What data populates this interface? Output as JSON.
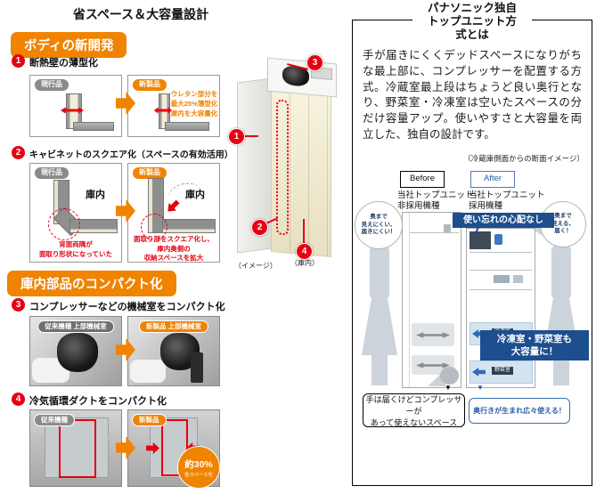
{
  "title": "省スペース＆大容量設計",
  "colors": {
    "orange": "#f08300",
    "red": "#e60012",
    "navy": "#1d4e8e",
    "blue": "#2a5ca8",
    "gray_pill": "#8a8a8a"
  },
  "left": {
    "badge_body": "ボディの新開発",
    "badge_compact": "庫内部品のコンパクト化",
    "item1": {
      "num": "1",
      "title": "断熱壁の薄型化",
      "current": "現行品",
      "new": "新製品",
      "note": "ウレタン部分を\n最大25%薄型化\n庫内を大容量化"
    },
    "item2": {
      "num": "2",
      "title": "キャビネットのスクエア化（スペースの有効活用）",
      "current": "現行品",
      "new": "新製品",
      "interior": "庫内",
      "current_note": "背面両隅が\n面取り形状になっていた",
      "new_note": "面取り部をスクエア化し、\n庫内奥側の\n収納スペースを拡大"
    },
    "item3": {
      "num": "3",
      "title": "コンプレッサーなどの機械室をコンパクト化",
      "current": "従来機種 上部機械室",
      "new": "新製品 上部機械室"
    },
    "item4": {
      "num": "4",
      "title": "冷気循環ダクトをコンパクト化",
      "current": "従来機種",
      "new": "新製品",
      "saving_value": "約30%",
      "saving_label": "省スペース化"
    }
  },
  "center": {
    "c1": "1",
    "c2": "2",
    "c3": "3",
    "c4": "4",
    "caption_image": "（イメージ）",
    "caption_interior": "（庫内）"
  },
  "panel": {
    "title": "パナソニック独自\nトップユニット方式とは",
    "body": "手が届きにくくデッドスペースになりがちな最上部に、コンプレッサーを配置する方式。冷蔵室最上段はちょうど良い奥行となり、野菜室・冷凍室は空いたスペースの分だけ容量アップ。使いやすさと大容量を両立した、独自の設計です。",
    "caption": "（冷蔵庫側面からの断面イメージ）",
    "before": {
      "label": "Before",
      "sub": "当社トップユニット\n非採用機種",
      "bubble": "奥まで\n見えにくい、\n届きにくい！",
      "callout": "手は届くけどコンプレッサーが\nあって使えないスペース",
      "marker": "▼"
    },
    "after": {
      "label": "After",
      "sub": "当社トップユニット\n採用機種",
      "bubble": "奥まで\n見える、\n届く！",
      "badge": "使い忘れの心配なし",
      "freezer": "冷凍室",
      "veg": "野菜室",
      "capacity": "冷凍室・野菜室も\n大容量に！",
      "callout": "奥行きが生まれ広々使える！",
      "marker": "▼"
    }
  }
}
